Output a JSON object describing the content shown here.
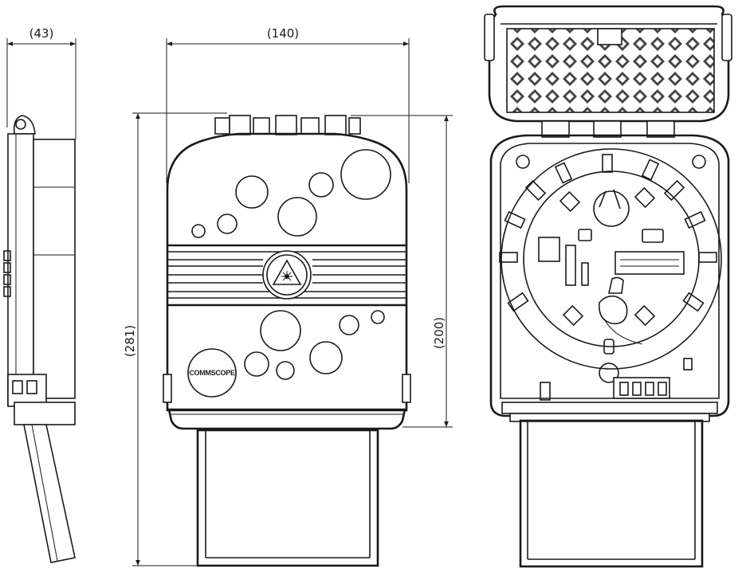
{
  "dimensions": {
    "side_depth": "(43)",
    "front_width": "(140)",
    "overall_height": "(281)",
    "body_height": "(200)"
  },
  "brand": {
    "logo_text": "COMMSCOPE"
  }
}
